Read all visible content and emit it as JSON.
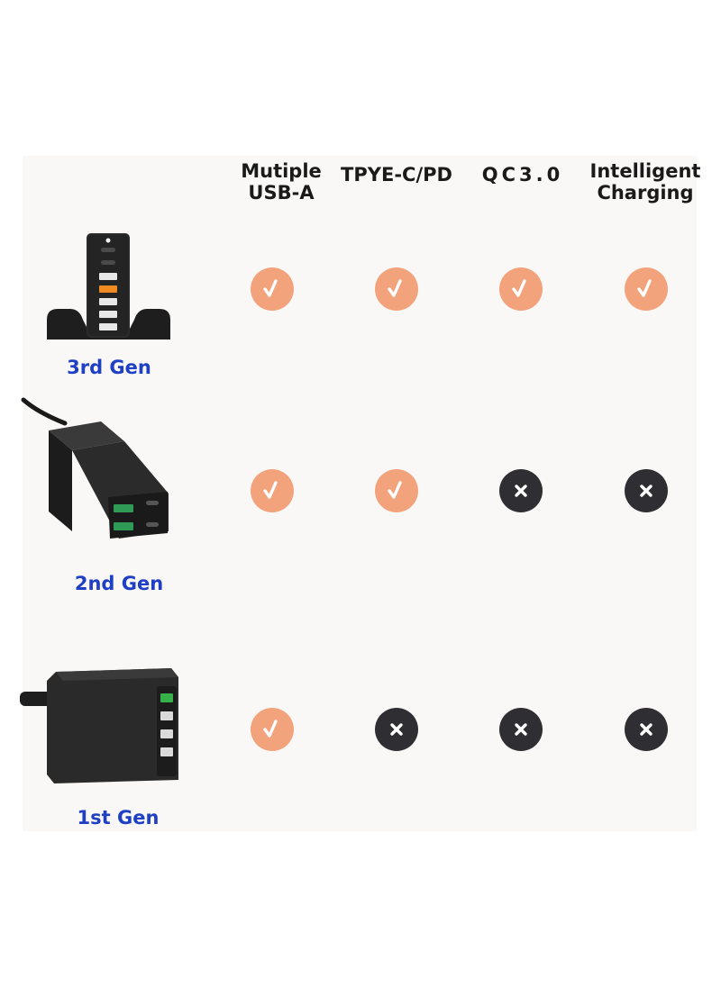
{
  "columns": [
    {
      "label": "Mutiple\nUSB-A"
    },
    {
      "label": "TPYE-C/PD"
    },
    {
      "label": "QC3.0"
    },
    {
      "label": "Intelligent\nCharging"
    }
  ],
  "rows": [
    {
      "label": "3rd Gen",
      "features": [
        true,
        true,
        true,
        true
      ]
    },
    {
      "label": "2nd Gen",
      "features": [
        true,
        true,
        false,
        false
      ]
    },
    {
      "label": "1st Gen",
      "features": [
        true,
        false,
        false,
        false
      ]
    }
  ],
  "colors": {
    "check_bg": "#f2a37c",
    "cross_bg": "#2f2f33",
    "gen_label": "#1f3fc4",
    "panel_bg": "#faf8f7"
  },
  "icons": {
    "yes": "check-icon",
    "no": "cross-icon"
  }
}
